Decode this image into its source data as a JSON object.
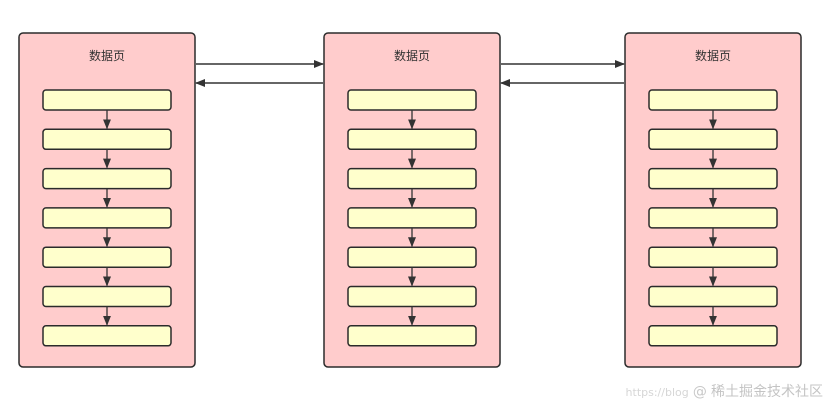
{
  "diagram": {
    "pages": [
      {
        "title": "数据页",
        "row_count": 7
      },
      {
        "title": "数据页",
        "row_count": 7
      },
      {
        "title": "数据页",
        "row_count": 7
      }
    ],
    "links": [
      {
        "from": 0,
        "to": 1,
        "direction": "forward"
      },
      {
        "from": 1,
        "to": 0,
        "direction": "backward"
      },
      {
        "from": 1,
        "to": 2,
        "direction": "forward"
      },
      {
        "from": 2,
        "to": 1,
        "direction": "backward"
      }
    ],
    "colors": {
      "page_fill": "#ffcccc",
      "page_stroke": "#2b2b2b",
      "row_fill": "#ffffcc",
      "row_stroke": "#2b2b2b",
      "arrow": "#333333"
    }
  },
  "watermark": {
    "url": "https://blog",
    "at": "@",
    "name": "稀土掘金技术社区"
  }
}
